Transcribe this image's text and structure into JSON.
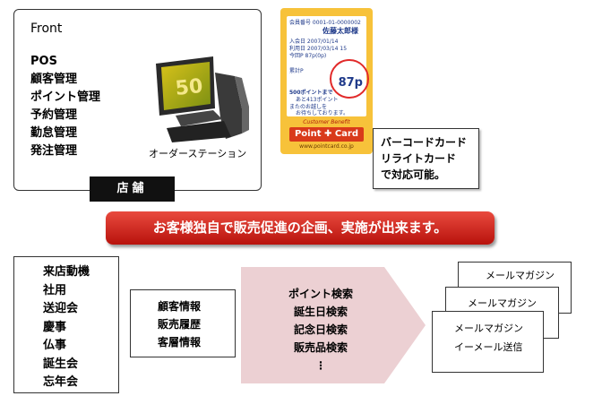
{
  "store": {
    "front_title": "Front",
    "front_items": [
      "POS",
      "顧客管理",
      "ポイント管理",
      "予約管理",
      "勤怠管理",
      "発注管理"
    ],
    "pos_caption": "オーダーステーション",
    "pos_screen_text": "50",
    "tab_label": "店舗"
  },
  "card": {
    "lines": [
      "会員番号 0001-01-0000002",
      "佐藤太郎様",
      "入会日 2007/01/14",
      "利用日 2007/03/14 15",
      "今回P 87p(0p)",
      "累計P",
      "500ポイントまで",
      "あと413ポイント",
      "またのお越しを",
      "お待ちしております。"
    ],
    "points": "87p",
    "benefit": "Customer Benefit",
    "logo": "Point ✚ Card",
    "url": "www.pointcard.co.jp",
    "note_lines": [
      "バーコードカード",
      "リライトカード",
      "で対応可能。"
    ]
  },
  "banner": "お客様独自で販売促進の企画、実施が出来ます。",
  "occasions": [
    "来店動機",
    "社用",
    "送迎会",
    "慶事",
    "仏事",
    "誕生会",
    "忘年会"
  ],
  "customer_info": [
    "顧客情報",
    "販売履歴",
    "客層情報"
  ],
  "searches": [
    "ポイント検索",
    "誕生日検索",
    "記念日検索",
    "販売品検索",
    "⋮"
  ],
  "mail": {
    "back_label": "メールマガジン",
    "middle_label": "メールマガジン",
    "front_line1": "メールマガジン",
    "front_line2": "イーメール送信"
  },
  "colors": {
    "banner_red": "#c8201a",
    "arrow_pink": "#ecd0d3",
    "card_yellow": "#f7c23a"
  }
}
